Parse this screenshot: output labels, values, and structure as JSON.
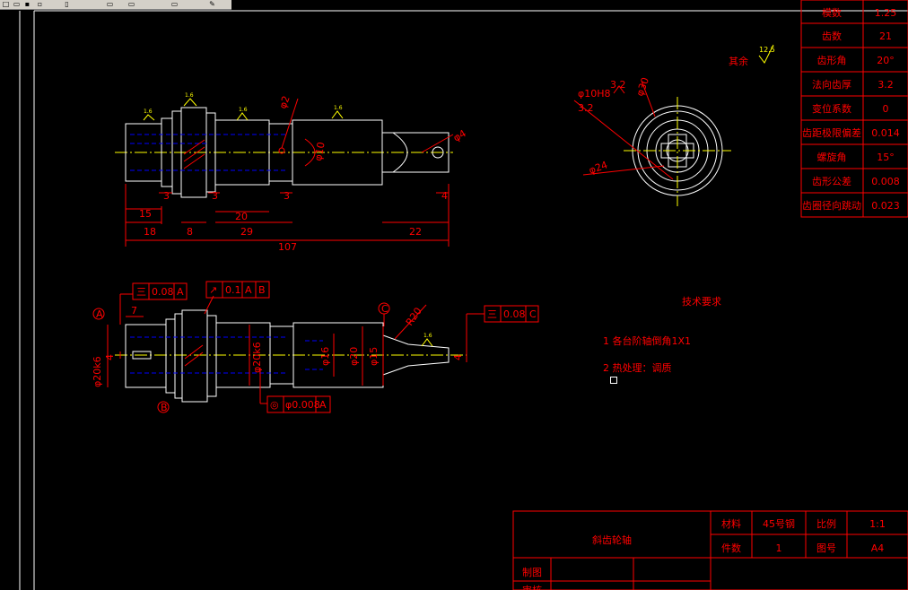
{
  "toolbar": {
    "icons": [
      "new-icon",
      "open-icon",
      "save-icon",
      "print-icon",
      "preview-icon",
      "cut-icon",
      "copy-icon",
      "paste-icon",
      "match-icon"
    ]
  },
  "top_view": {
    "dims": {
      "d15": "15",
      "d18": "18",
      "d8": "8",
      "d3a": "3",
      "d3b": "3",
      "d3c": "3",
      "d20": "20",
      "d29": "29",
      "d22": "22",
      "d107": "107",
      "d4": "4"
    },
    "diameters": {
      "phi2": "φ2",
      "phi4": "φ4",
      "phi10": "φ10"
    },
    "roughness": {
      "r16a": "1.6",
      "r16b": "1.6",
      "r16c": "1.6",
      "r16d": "1.6"
    }
  },
  "section_view": {
    "callout_left": "φ10H8",
    "callout_left2": "3.2",
    "callout_left3": "3.2",
    "dia_top": "φ30",
    "dia_left": "φ24"
  },
  "rest_roughness": {
    "label": "其余",
    "value": "12.5"
  },
  "gear_table": [
    {
      "param": "模数",
      "value": "1.25"
    },
    {
      "param": "齿数",
      "value": "21"
    },
    {
      "param": "齿形角",
      "value": "20°"
    },
    {
      "param": "法向齿厚",
      "value": "3.2"
    },
    {
      "param": "变位系数",
      "value": "0"
    },
    {
      "param": "齿距极限偏差",
      "value": "0.014"
    },
    {
      "param": "螺旋角",
      "value": "15°"
    },
    {
      "param": "齿形公差",
      "value": "0.008"
    },
    {
      "param": "齿圈径向跳动",
      "value": "0.023"
    }
  ],
  "bottom_view": {
    "tol1": {
      "sym": "三",
      "val": "0.08",
      "ref": "A"
    },
    "tol2": {
      "sym": "↗",
      "val": "0.1",
      "ref": "A",
      "ref2": "B"
    },
    "tol3": {
      "sym": "◎",
      "val": "φ0.008",
      "ref": "A"
    },
    "tol4": {
      "sym": "三",
      "val": "0.08",
      "ref": "C"
    },
    "d7": "7",
    "phi20k6": "φ20k6",
    "d4a": "4",
    "phi20k6b": "φ20k6",
    "phi16": "φ16",
    "phi20": "φ20",
    "phi15": "φ15",
    "R20": "R20",
    "d4b": "4",
    "r16": "1.6",
    "datum_a": "A",
    "datum_b": "B",
    "datum_c": "C"
  },
  "tech_req": {
    "title": "技术要求",
    "items": [
      "1 各台阶轴倒角1X1",
      "2 热处理：调质"
    ]
  },
  "title_block": {
    "name": "斜齿轮轴",
    "material_label": "材料",
    "material": "45号钢",
    "scale_label": "比例",
    "scale": "1:1",
    "qty_label": "件数",
    "qty": "1",
    "drawing_no_label": "图号",
    "drawing_no": "A4",
    "drawn_by": "制图",
    "checked_by": "审核"
  }
}
